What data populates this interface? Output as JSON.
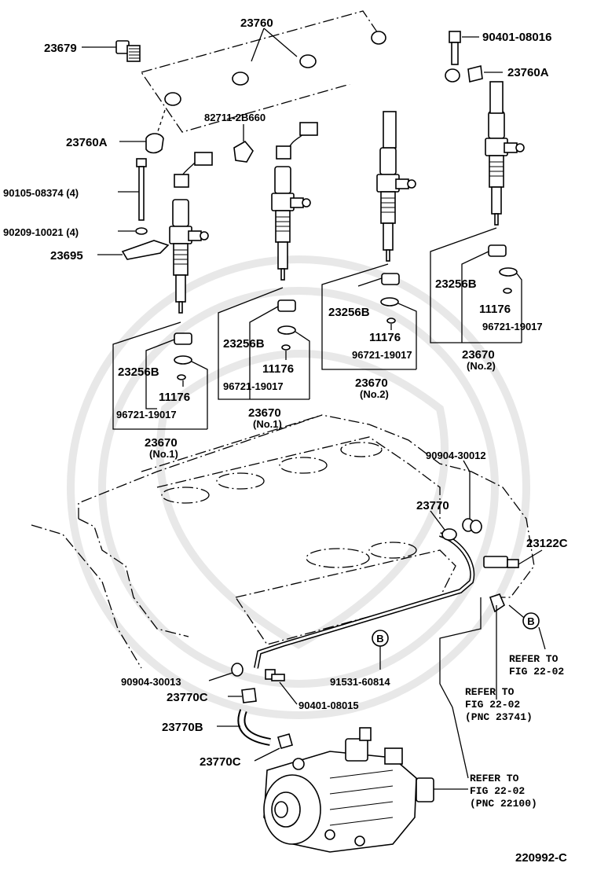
{
  "figure_id": "220992-C",
  "labels": {
    "p23760": "23760",
    "p23679": "23679",
    "p90401_08016": "90401-08016",
    "p23760A_top": "23760A",
    "p23760A_left": "23760A",
    "p82711": "82711-2B660",
    "p90105": "90105-08374 (4)",
    "p90209": "90209-10021 (4)",
    "p23695": "23695",
    "inj1_23256B": "23256B",
    "inj1_11176": "11176",
    "inj1_96721": "96721-19017",
    "inj1_23670": "23670",
    "inj1_no": "(No.1)",
    "inj2_23256B": "23256B",
    "inj2_11176": "11176",
    "inj2_96721": "96721-19017",
    "inj2_23670": "23670",
    "inj2_no": "(No.1)",
    "inj3_23256B": "23256B",
    "inj3_11176": "11176",
    "inj3_96721": "96721-19017",
    "inj3_23670": "23670",
    "inj3_no": "(No.2)",
    "inj4_23256B": "23256B",
    "inj4_11176": "11176",
    "inj4_96721": "96721-19017",
    "inj4_23670": "23670",
    "inj4_no": "(No.2)",
    "p90904_30012": "90904-30012",
    "p23770": "23770",
    "p23122C": "23122C",
    "callout_b1": "B",
    "callout_b2": "B",
    "refer1_l1": "REFER TO",
    "refer1_l2": "FIG 22-02",
    "refer2_l1": "REFER TO",
    "refer2_l2": "FIG 22-02",
    "refer2_l3": "(PNC 23741)",
    "refer3_l1": "REFER TO",
    "refer3_l2": "FIG 22-02",
    "refer3_l3": "(PNC 22100)",
    "p90904_30013": "90904-30013",
    "p91531": "91531-60814",
    "p23770C_top": "23770C",
    "p90401_08015": "90401-08015",
    "p23770B": "23770B",
    "p23770C_bot": "23770C"
  }
}
